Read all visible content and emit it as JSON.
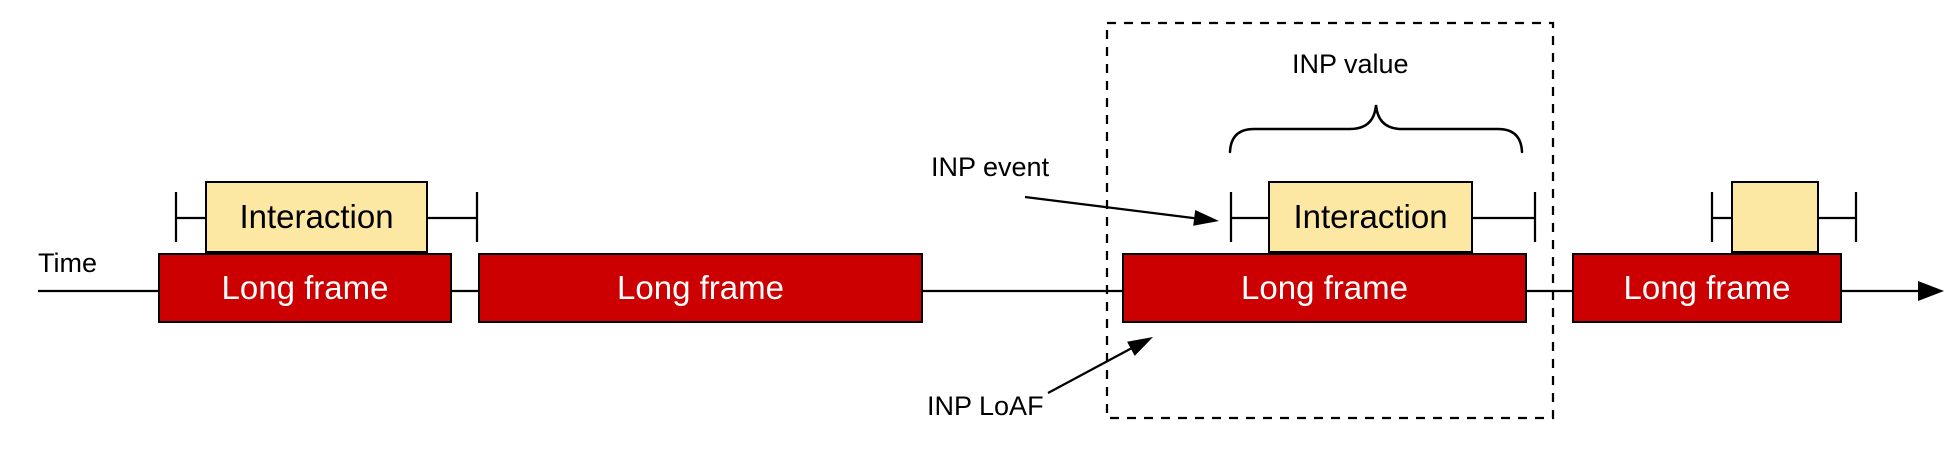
{
  "figure": {
    "axis_label": "Time",
    "long_frames": [
      {
        "label": "Long frame"
      },
      {
        "label": "Long frame"
      },
      {
        "label": "Long frame"
      },
      {
        "label": "Long frame"
      }
    ],
    "interactions": [
      {
        "label": "Interaction"
      },
      {
        "label": "Interaction"
      },
      {
        "label": ""
      }
    ],
    "annotations": {
      "inp_value": "INP value",
      "inp_event": "INP event",
      "inp_loaf": "INP LoAF"
    },
    "colors": {
      "long_frame_fill": "#cc0000",
      "long_frame_text": "#ffffff",
      "interaction_fill": "#fce8a3",
      "outline": "#000000",
      "background": "#ffffff"
    }
  }
}
